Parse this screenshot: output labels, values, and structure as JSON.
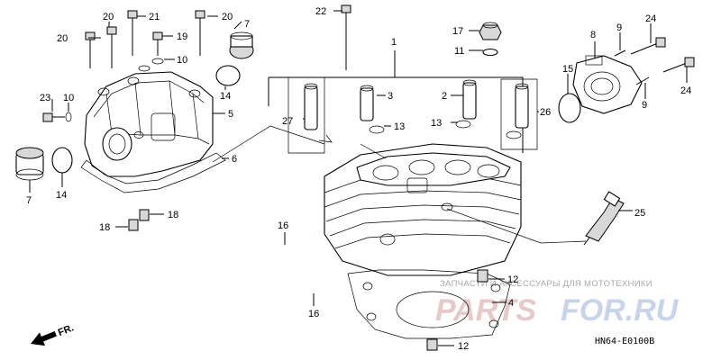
{
  "callouts": [
    {
      "id": "c1",
      "text": "1"
    },
    {
      "id": "c2",
      "text": "2"
    },
    {
      "id": "c3",
      "text": "3"
    },
    {
      "id": "c4",
      "text": "4"
    },
    {
      "id": "c5",
      "text": "5"
    },
    {
      "id": "c6",
      "text": "6"
    },
    {
      "id": "c7a",
      "text": "7"
    },
    {
      "id": "c7b",
      "text": "7"
    },
    {
      "id": "c8",
      "text": "8"
    },
    {
      "id": "c9a",
      "text": "9"
    },
    {
      "id": "c9b",
      "text": "9"
    },
    {
      "id": "c10a",
      "text": "10"
    },
    {
      "id": "c10b",
      "text": "10"
    },
    {
      "id": "c11",
      "text": "11"
    },
    {
      "id": "c12a",
      "text": "12"
    },
    {
      "id": "c12b",
      "text": "12"
    },
    {
      "id": "c13a",
      "text": "13"
    },
    {
      "id": "c13b",
      "text": "13"
    },
    {
      "id": "c14a",
      "text": "14"
    },
    {
      "id": "c14b",
      "text": "14"
    },
    {
      "id": "c15",
      "text": "15"
    },
    {
      "id": "c16a",
      "text": "16"
    },
    {
      "id": "c16b",
      "text": "16"
    },
    {
      "id": "c17",
      "text": "17"
    },
    {
      "id": "c18a",
      "text": "18"
    },
    {
      "id": "c18b",
      "text": "18"
    },
    {
      "id": "c19",
      "text": "19"
    },
    {
      "id": "c20a",
      "text": "20"
    },
    {
      "id": "c20b",
      "text": "20"
    },
    {
      "id": "c20c",
      "text": "20"
    },
    {
      "id": "c21",
      "text": "21"
    },
    {
      "id": "c22",
      "text": "22"
    },
    {
      "id": "c23",
      "text": "23"
    },
    {
      "id": "c24a",
      "text": "24"
    },
    {
      "id": "c24b",
      "text": "24"
    },
    {
      "id": "c25",
      "text": "25"
    },
    {
      "id": "c26",
      "text": "26"
    },
    {
      "id": "c27",
      "text": "27"
    }
  ],
  "front_arrow_label": "FR.",
  "diagram_code": "HN64-E0100B",
  "watermark": {
    "caption": "ЗАПЧАСТИ И АКСЕССУАРЫ ДЛЯ МОТОТЕХНИКИ",
    "brand_a": "PARTS",
    "brand_b": "FOR.RU"
  },
  "colors": {
    "line": "#000000",
    "watermark_red": "#e6c9c9",
    "watermark_blue": "#c9d4ea",
    "watermark_caption": "#a8a8a8"
  }
}
